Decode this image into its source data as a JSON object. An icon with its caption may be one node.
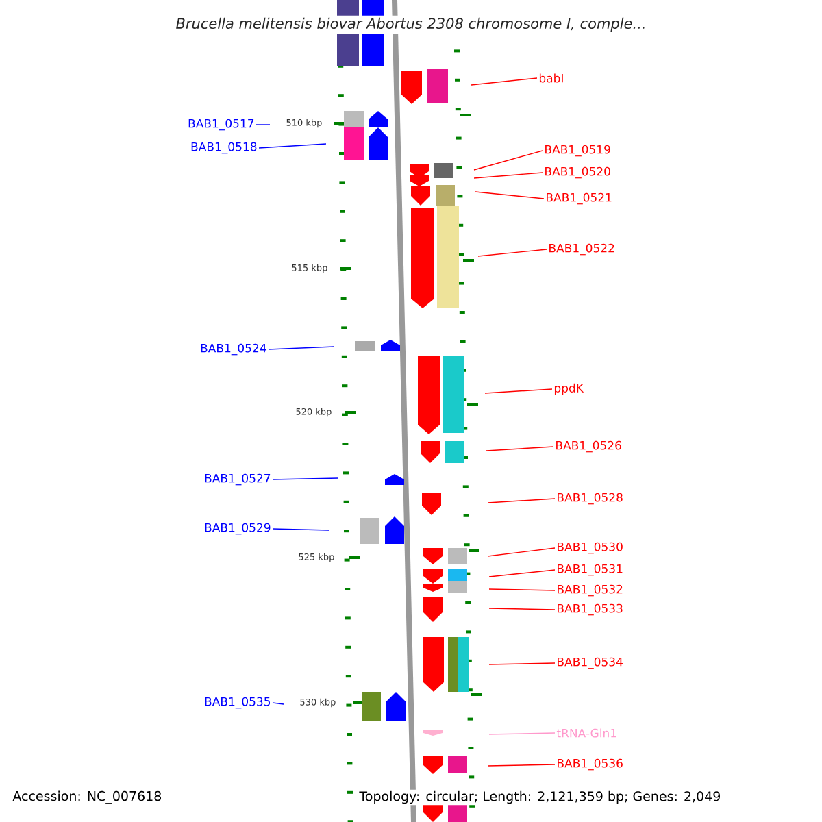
{
  "diagram": {
    "title": "Brucella melitensis biovar Abortus 2308 chromosome I, comple...",
    "nodes": [
      {
        "text": [
          "babI"
        ]
      },
      {
        "text": [
          "BAB1_0517"
        ]
      },
      {
        "text": [
          "BAB1_0518"
        ]
      },
      {
        "text": [
          "BAB1_0519"
        ]
      },
      {
        "text": [
          "BAB1_0520"
        ]
      },
      {
        "text": [
          "BAB1_0521"
        ]
      },
      {
        "text": [
          "BAB1_0522"
        ]
      },
      {
        "text": [
          "BAB1_0524"
        ]
      },
      {
        "text": [
          "ppdK"
        ]
      },
      {
        "text": [
          "BAB1_0526"
        ]
      },
      {
        "text": [
          "BAB1_0527"
        ]
      },
      {
        "text": [
          "BAB1_0528"
        ]
      },
      {
        "text": [
          "BAB1_0529"
        ]
      },
      {
        "text": [
          "BAB1_0530"
        ]
      },
      {
        "text": [
          "BAB1_0531"
        ]
      },
      {
        "text": [
          "BAB1_0532"
        ]
      },
      {
        "text": [
          "BAB1_0533"
        ]
      },
      {
        "text": [
          "BAB1_0534"
        ]
      },
      {
        "text": [
          "BAB1_0535"
        ]
      },
      {
        "text": [
          "tRNA-Gln1"
        ]
      },
      {
        "text": [
          "BAB1_0536"
        ]
      }
    ],
    "edges": [
      {
        "from": 0,
        "to": null,
        "arrow": "none"
      },
      {
        "from": 1,
        "to": null,
        "arrow": "none",
        "color": "#0000ff"
      },
      {
        "from": 2,
        "to": null,
        "arrow": "none",
        "color": "#0000ff"
      },
      {
        "from": 3,
        "to": null,
        "arrow": "none"
      },
      {
        "from": 4,
        "to": null,
        "arrow": "none"
      },
      {
        "from": 5,
        "to": null,
        "arrow": "none"
      },
      {
        "from": 6,
        "to": null,
        "arrow": "none"
      },
      {
        "from": 7,
        "to": null,
        "arrow": "none",
        "color": "#0000ff"
      },
      {
        "from": 8,
        "to": null,
        "arrow": "none"
      },
      {
        "from": 9,
        "to": null,
        "arrow": "none"
      },
      {
        "from": 10,
        "to": null,
        "arrow": "none",
        "color": "#0000ff"
      },
      {
        "from": 11,
        "to": null,
        "arrow": "none"
      },
      {
        "from": 12,
        "to": null,
        "arrow": "none",
        "color": "#0000ff"
      },
      {
        "from": 13,
        "to": null,
        "arrow": "none"
      },
      {
        "from": 14,
        "to": null,
        "arrow": "none"
      },
      {
        "from": 15,
        "to": null,
        "arrow": "none"
      },
      {
        "from": 16,
        "to": null,
        "arrow": "none"
      },
      {
        "from": 17,
        "to": null,
        "arrow": "none"
      },
      {
        "from": 18,
        "to": null,
        "arrow": "none",
        "color": "#0000ff"
      },
      {
        "from": 19,
        "to": null,
        "arrow": "none",
        "color": "#ff99cc"
      },
      {
        "from": 20,
        "to": null,
        "arrow": "none"
      }
    ],
    "labels": [
      "510 kbp",
      "515 kbp",
      "520 kbp",
      "525 kbp",
      "530 kbp",
      "Accession: NC_007618",
      "Topology: circular; Length: 2,121,359 bp; Genes: 2,049"
    ]
  }
}
